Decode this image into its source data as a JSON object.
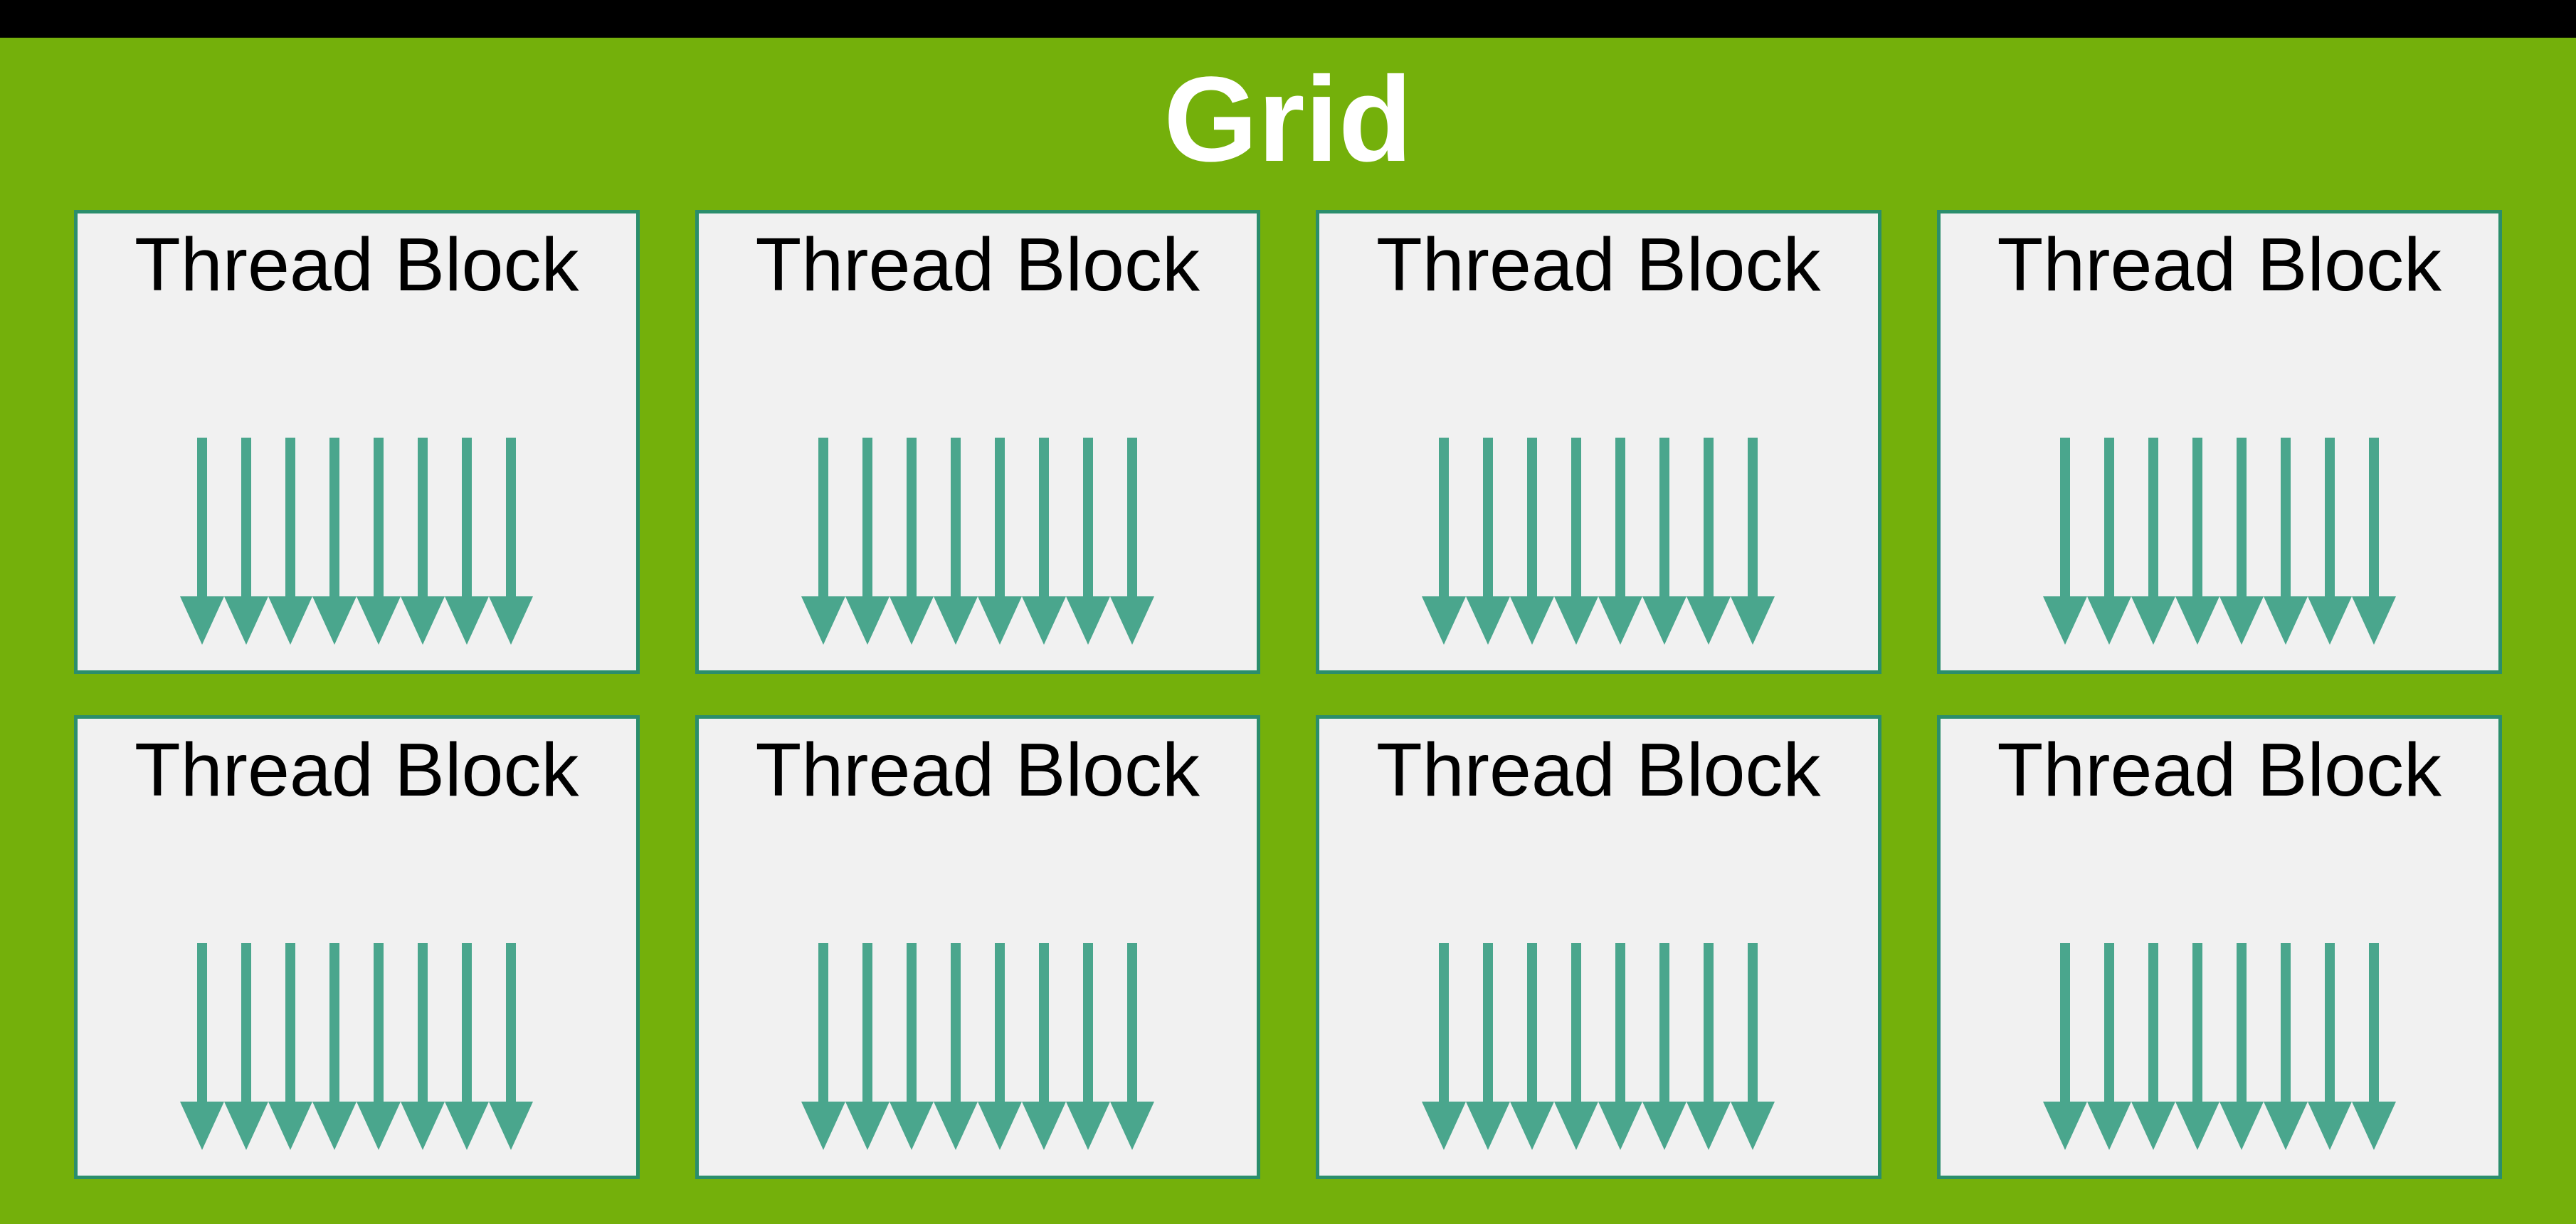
{
  "title": "Grid",
  "grid": {
    "rows": 2,
    "columns": 4,
    "arrows_per_block": 8,
    "blocks": [
      {
        "label": "Thread Block"
      },
      {
        "label": "Thread Block"
      },
      {
        "label": "Thread Block"
      },
      {
        "label": "Thread Block"
      },
      {
        "label": "Thread Block"
      },
      {
        "label": "Thread Block"
      },
      {
        "label": "Thread Block"
      },
      {
        "label": "Thread Block"
      }
    ]
  },
  "icons": {
    "thread_arrow": "arrow-down"
  },
  "colors": {
    "top_bar": "#000000",
    "grid_background": "#74B00B",
    "block_background": "#F1F1F1",
    "block_border": "#2B8E6C",
    "arrow": "#4AA68D",
    "title_text": "#FFFFFF",
    "block_text": "#000000"
  }
}
